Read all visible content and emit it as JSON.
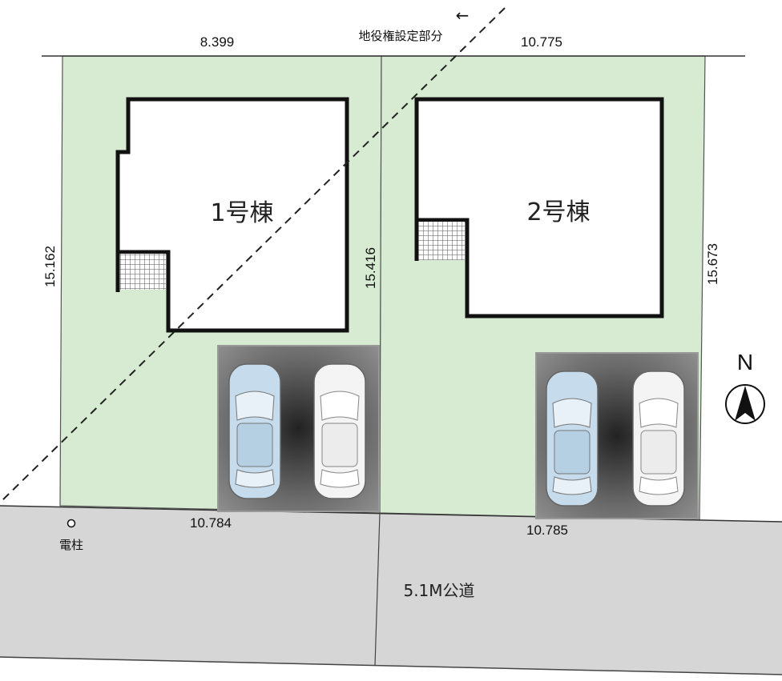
{
  "easement": {
    "label": "地役権設定部分",
    "arrow": "←"
  },
  "lots": [
    {
      "building": "1号棟",
      "top": "8.399",
      "left": "15.162",
      "right": "15.416",
      "bottom": "10.784"
    },
    {
      "building": "2号棟",
      "top": "10.775",
      "right": "15.673",
      "bottom": "10.785"
    }
  ],
  "road": {
    "label": "5.1M公道"
  },
  "utility_pole": {
    "label": "電柱"
  },
  "compass": {
    "label": "N"
  },
  "colors": {
    "lot_green": "#d6ebd2",
    "road_gray": "#d6d6d6",
    "parking_dark": "#4a4a4a",
    "car_blue": "#c6dcec",
    "car_white": "#f4f4f4"
  }
}
